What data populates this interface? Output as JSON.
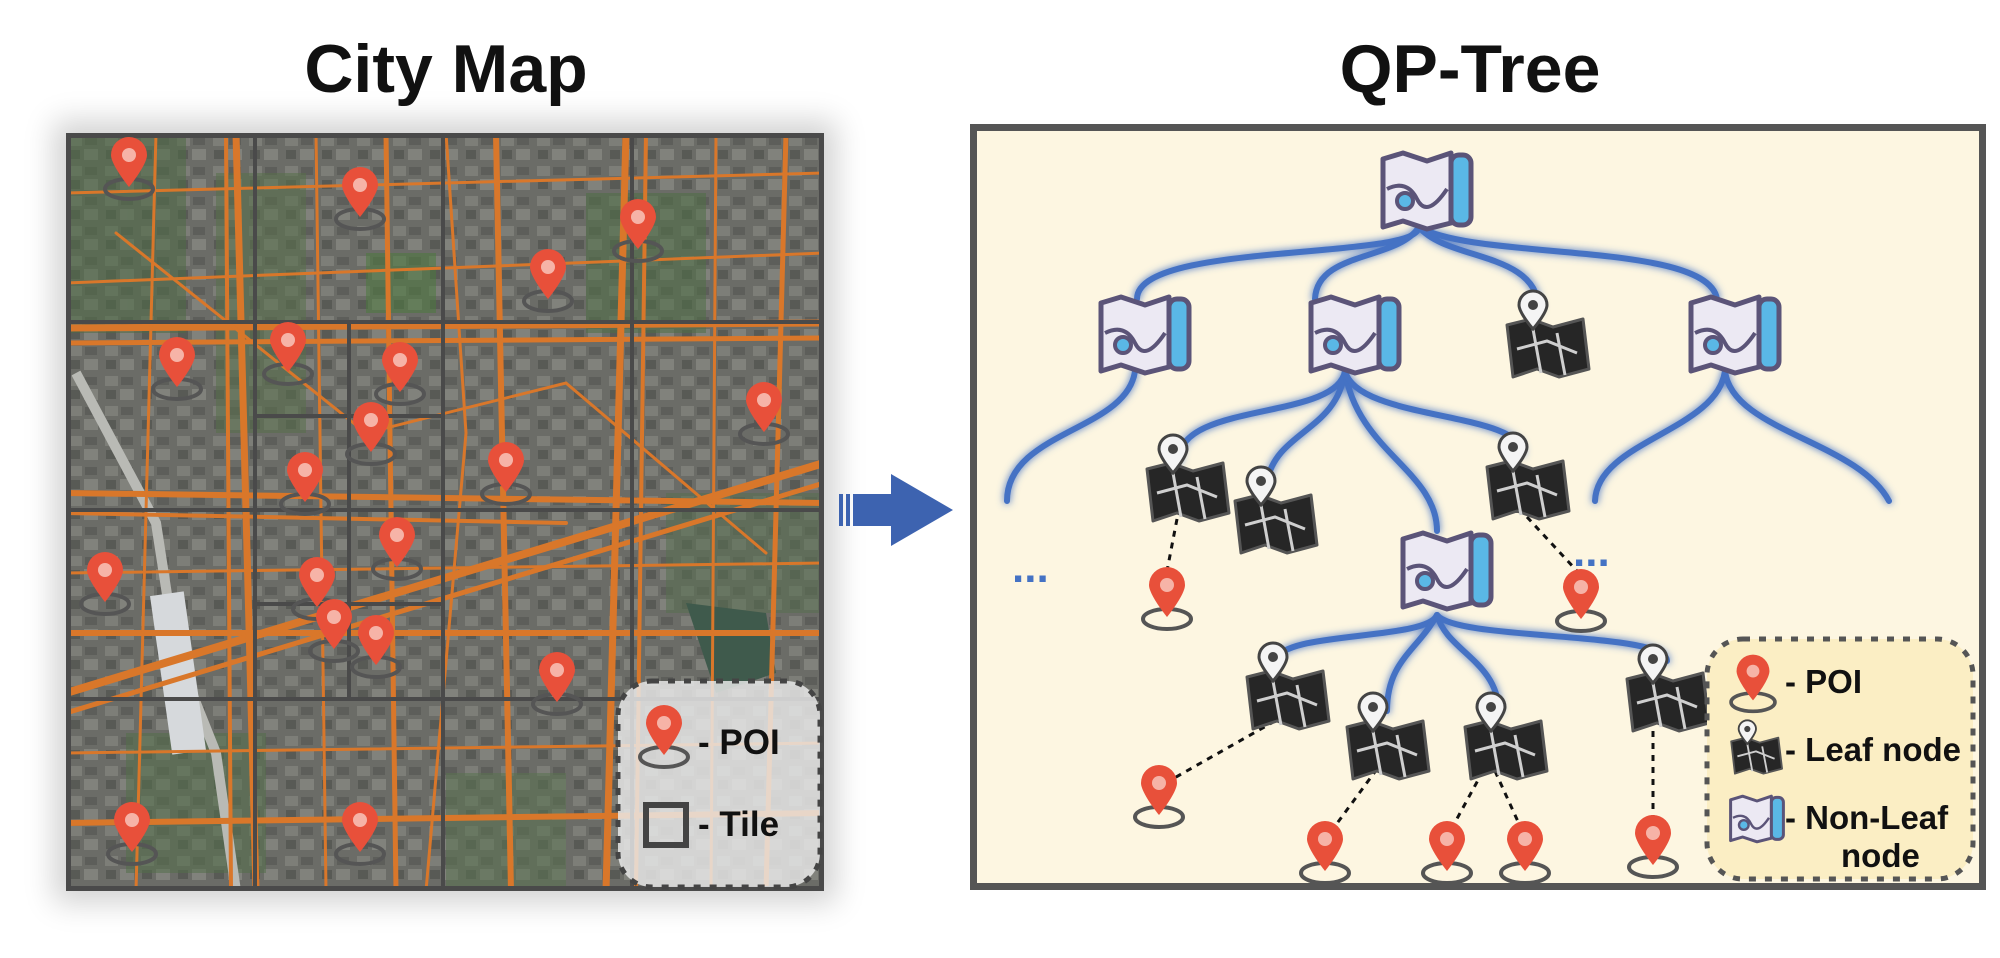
{
  "left_title": "City Map",
  "right_title": "QP-Tree",
  "city_legend": {
    "poi": "- POI",
    "tile": "- Tile"
  },
  "tree_legend": {
    "poi": "- POI",
    "leaf": "- Leaf node",
    "nonleaf_1": "- Non-Leaf",
    "nonleaf_2": "node"
  },
  "ellipsis_left": "...",
  "ellipsis_right": "...",
  "colors": {
    "poi": "#e8503a",
    "tile_border": "#4a4a4a",
    "branch": "#4472c4",
    "panel_bg": "#fdf6e1",
    "road": "#d9772a",
    "map_bg": "#6e6f6b"
  },
  "icons": {
    "poi": "map-pin-icon",
    "leaf": "leaf-map-icon",
    "nonleaf": "folded-map-icon",
    "tile": "square-tile-icon",
    "arrow": "right-arrow-icon"
  }
}
